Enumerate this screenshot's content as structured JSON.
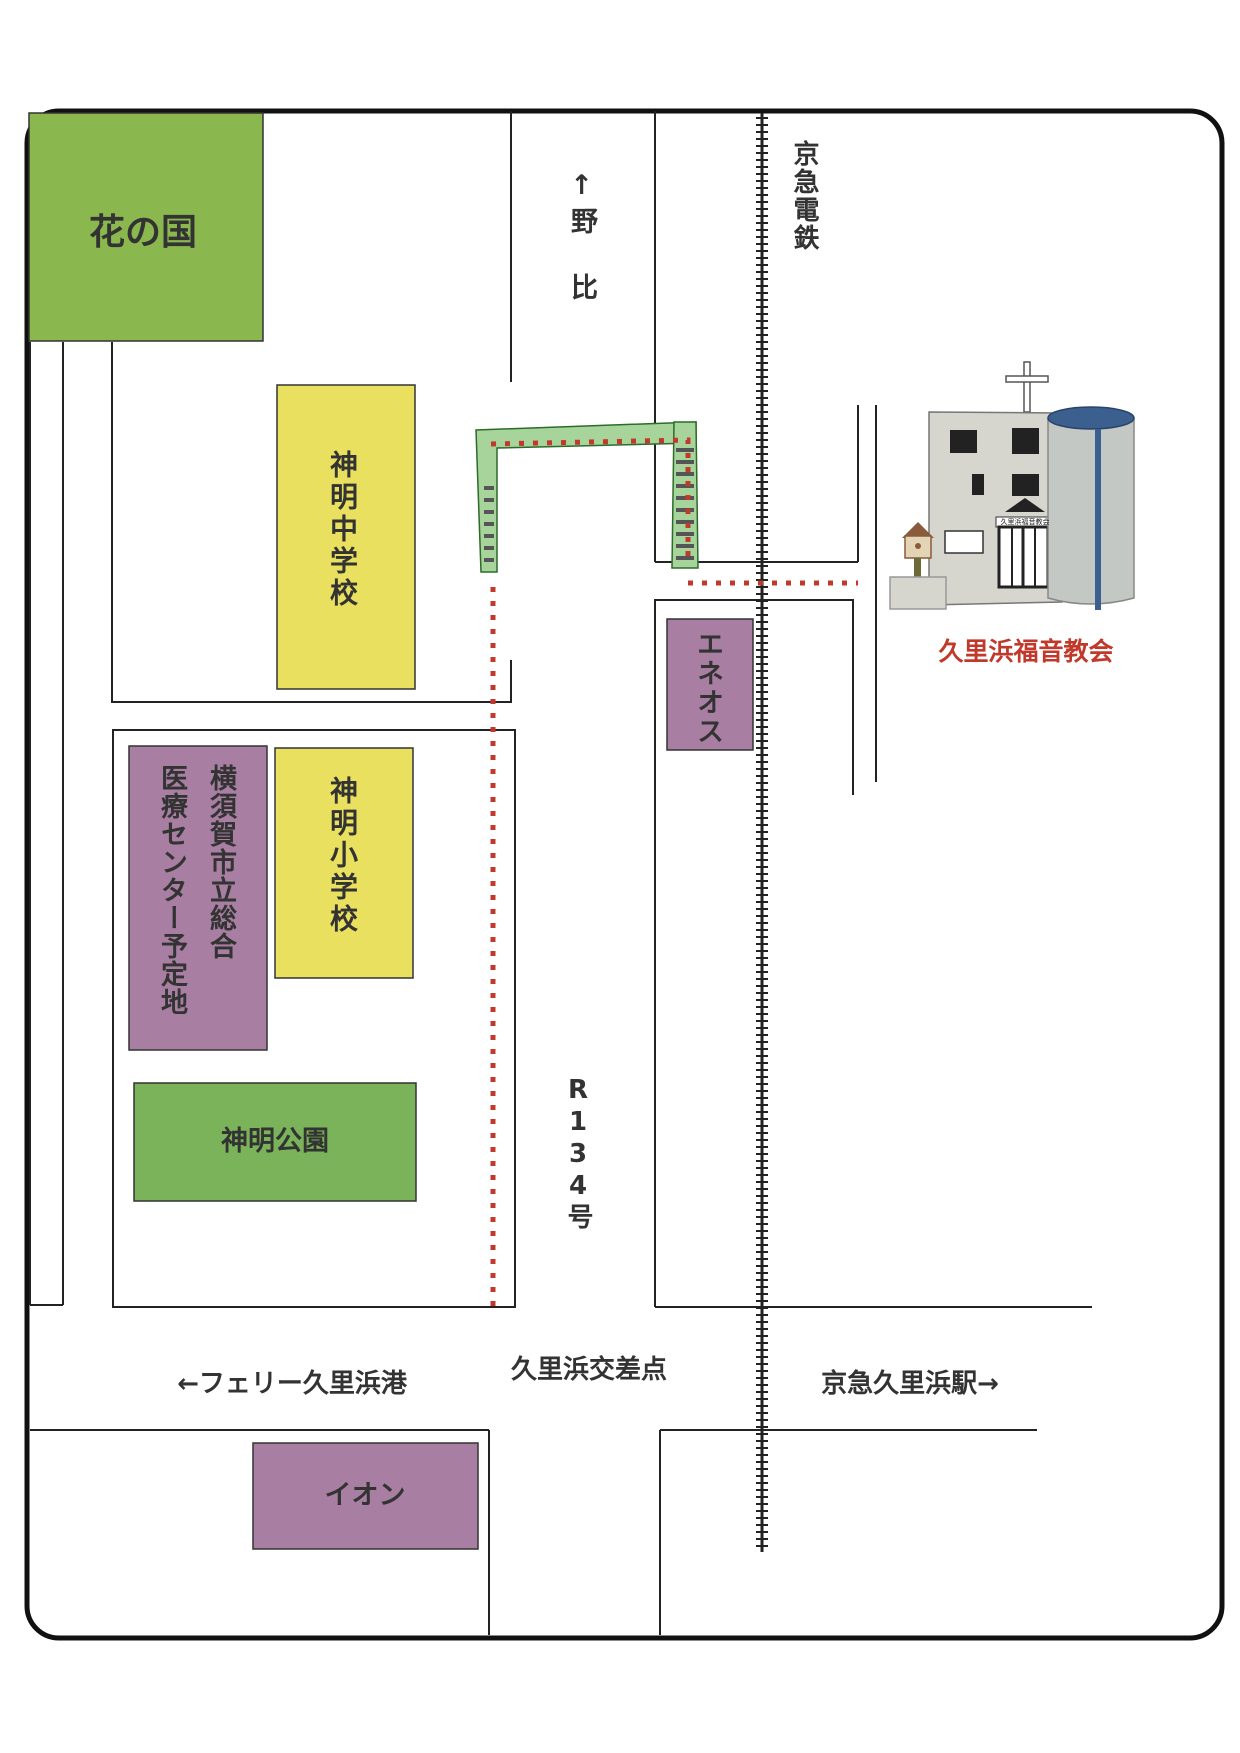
{
  "map": {
    "landmarks": {
      "hananokuni": "花の国",
      "shinmei_junior_high": "神明中学校",
      "shinmei_elementary": "神明小学校",
      "medical_center_line1": "横須賀市立総合",
      "medical_center_line2": "医療センター予定地",
      "shinmei_park": "神明公園",
      "eneos": "エネオス",
      "aeon": "イオン",
      "church": "久里浜福音教会",
      "church_sign": "久里浜福音教会"
    },
    "roads": {
      "nobi": "↑野　比",
      "keikyu_line": "京急電鉄",
      "route": "R134号",
      "intersection": "久里浜交差点",
      "ferry": "←フェリー久里浜港",
      "station": "京急久里浜駅→"
    },
    "colors": {
      "green": "#8ab84e",
      "park_green": "#7ab35a",
      "yellow": "#e8e05e",
      "purple": "#a87fa2",
      "route_dots": "#c0392b",
      "church_label": "#c0392b",
      "bridge_green": "#a7d49b"
    }
  }
}
